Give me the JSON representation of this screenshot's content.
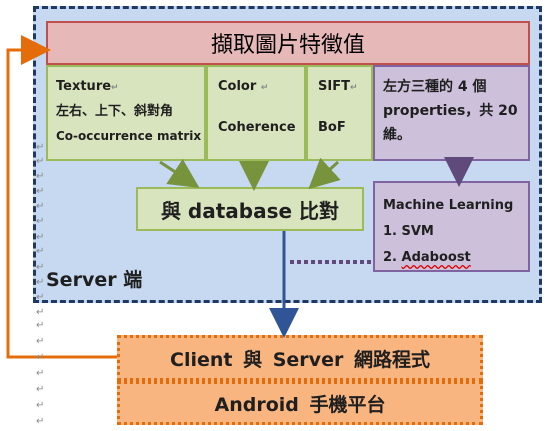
{
  "title": "擷取圖片特徵值",
  "texture": {
    "title": "Texture",
    "line2": "左右、上下、斜對角",
    "line3": "Co-occurrence matrix"
  },
  "color": {
    "line1": "Color",
    "line2": "Coherence"
  },
  "sift": {
    "line1": "SIFT",
    "line2": "BoF"
  },
  "properties": {
    "line1": "左方三種的 4 個",
    "line2": "properties，共 20",
    "line3": "維。"
  },
  "database": "與 database 比對",
  "ml": {
    "title": "Machine Learning",
    "item1": "1. SVM",
    "item2": "2. Adaboost"
  },
  "server_label": "Server 端",
  "client": "Client 與 Server 網路程式",
  "android": "Android 手機平台",
  "mark": "↵",
  "colors": {
    "server_bg": "#c6d9f1",
    "server_border": "#1f3864",
    "title_bg": "#e6b9b8",
    "feature_bg": "#d7e4bd",
    "ml_bg": "#ccc0da",
    "client_bg": "#f9b580",
    "arrow_green": "#77933c",
    "arrow_purple": "#604a7b",
    "arrow_blue": "#2f5597",
    "arrow_orange": "#e46c0a"
  }
}
